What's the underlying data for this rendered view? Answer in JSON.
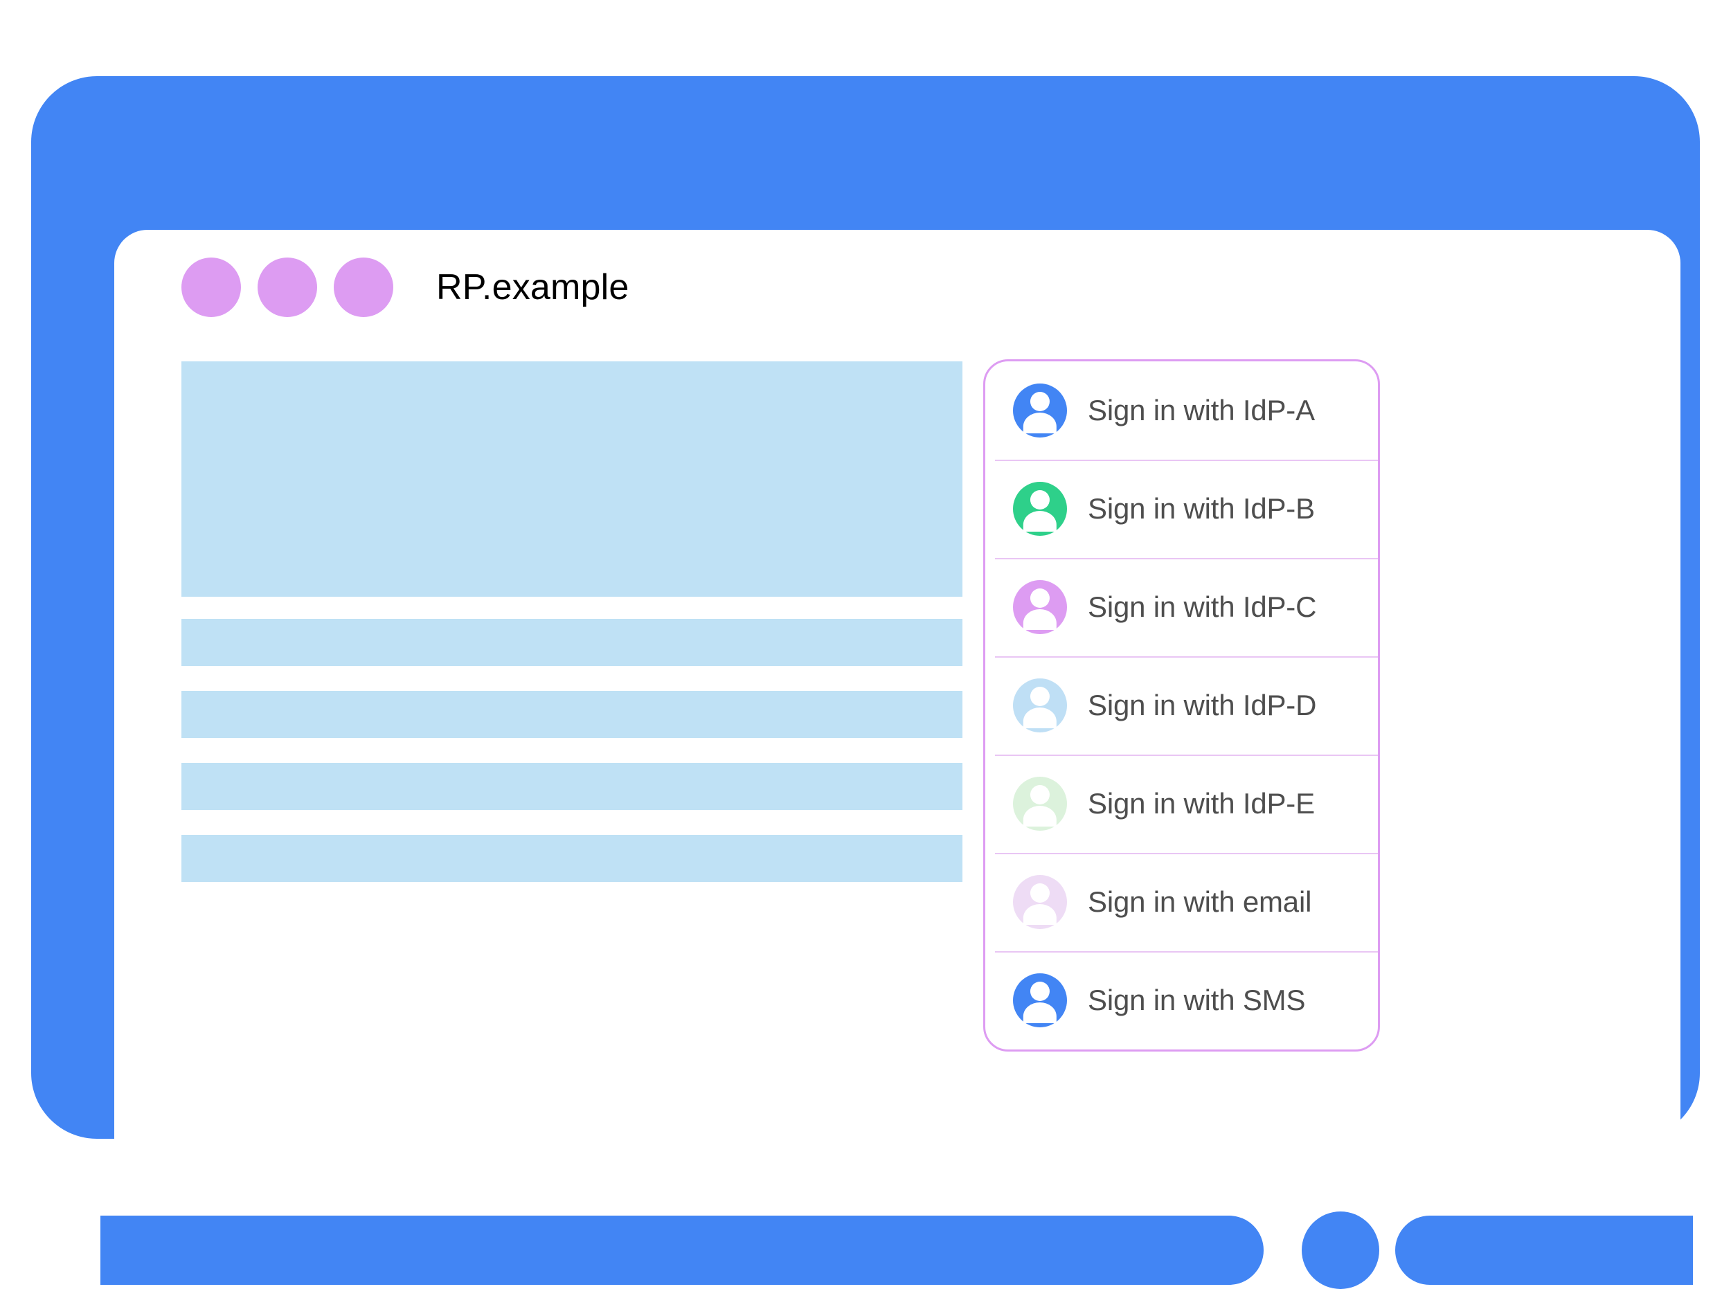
{
  "window": {
    "title": "RP.example",
    "controls": [
      {
        "name": "window-dot-1",
        "color": "#dd9cf2"
      },
      {
        "name": "window-dot-2",
        "color": "#dd9cf2"
      },
      {
        "name": "window-dot-3",
        "color": "#dd9cf2"
      }
    ]
  },
  "theme": {
    "frame_blue": "#4285f4",
    "placeholder_blue": "#bfe1f5",
    "panel_border": "#dd9cf2",
    "divider": "#e9c6f4",
    "label_text": "#4e4e4e",
    "title_text": "#000000"
  },
  "content": {
    "blocks": [
      {
        "name": "content-hero-block",
        "kind": "hero"
      },
      {
        "name": "content-bar-1",
        "kind": "bar"
      },
      {
        "name": "content-bar-2",
        "kind": "bar"
      },
      {
        "name": "content-bar-3",
        "kind": "bar"
      },
      {
        "name": "content-bar-4",
        "kind": "bar"
      }
    ]
  },
  "signin_panel": {
    "options": [
      {
        "label": "Sign in with IdP-A",
        "icon": "account-avatar-icon",
        "avatar_color": "#4285f4",
        "name": "signin-option-idp-a"
      },
      {
        "label": "Sign in with IdP-B",
        "icon": "account-avatar-icon",
        "avatar_color": "#2ed08a",
        "name": "signin-option-idp-b"
      },
      {
        "label": "Sign in with IdP-C",
        "icon": "account-avatar-icon",
        "avatar_color": "#dd9cf2",
        "name": "signin-option-idp-c"
      },
      {
        "label": "Sign in with IdP-D",
        "icon": "account-avatar-icon",
        "avatar_color": "#bfdff5",
        "name": "signin-option-idp-d"
      },
      {
        "label": "Sign in with IdP-E",
        "icon": "account-avatar-icon",
        "avatar_color": "#dcf2dc",
        "name": "signin-option-idp-e"
      },
      {
        "label": "Sign in with email",
        "icon": "account-avatar-icon",
        "avatar_color": "#eedcf5",
        "name": "signin-option-email"
      },
      {
        "label": "Sign in with SMS",
        "icon": "account-avatar-icon",
        "avatar_color": "#4285f4",
        "name": "signin-option-sms"
      }
    ]
  }
}
